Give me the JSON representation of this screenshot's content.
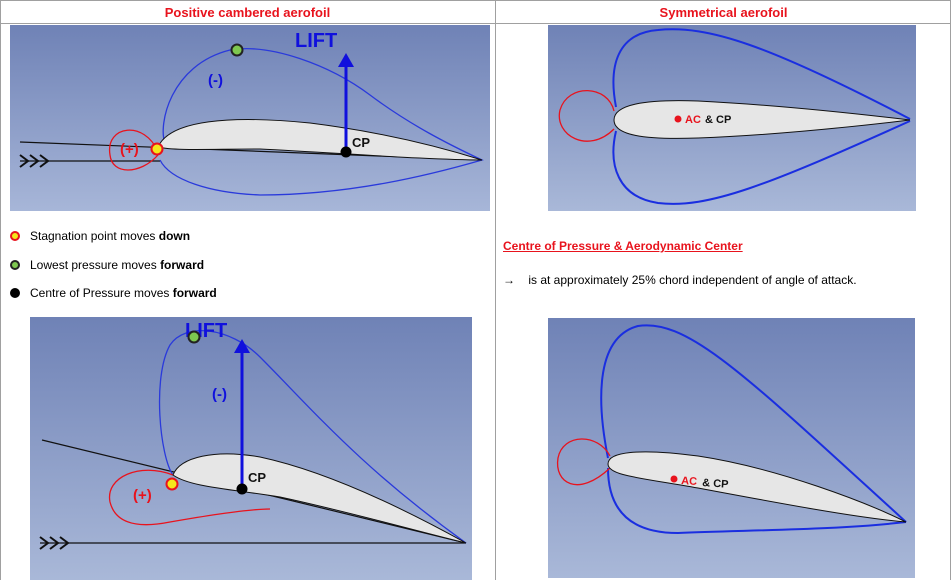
{
  "headers": {
    "left": "Positive cambered aerofoil",
    "right": "Symmetrical aerofoil"
  },
  "diagram_top_left": {
    "lift": "LIFT",
    "minus": "(-)",
    "plus": "(+)",
    "cp": "CP"
  },
  "diagram_bottom_left": {
    "lift": "LIFT",
    "minus": "(-)",
    "plus": "(+)",
    "cp": "CP"
  },
  "diagram_top_right": {
    "ac": "AC",
    "amp_cp": "& CP"
  },
  "diagram_bottom_right": {
    "ac": "AC",
    "amp_cp": "& CP"
  },
  "legend": [
    {
      "text": "Stagnation point moves ",
      "bold": "down",
      "dot_fill": "#f5e61a",
      "dot_stroke": "#e8131d"
    },
    {
      "text": "Lowest pressure moves ",
      "bold": "forward",
      "dot_fill": "#7ec850",
      "dot_stroke": "#222222"
    },
    {
      "text": "Centre of Pressure moves ",
      "bold": "forward",
      "dot_fill": "#000000",
      "dot_stroke": "#000000"
    }
  ],
  "section": {
    "title": "Centre of Pressure & Aerodynamic Center",
    "arrow": "→",
    "body": "is at approximately 25% chord independent of angle of attack."
  },
  "colors": {
    "panel_top": "#7386b8",
    "panel_bottom": "#a9b8d8",
    "lift_blue": "#1010dd",
    "red": "#e8131d",
    "foil_fill": "#e6e6e6"
  }
}
